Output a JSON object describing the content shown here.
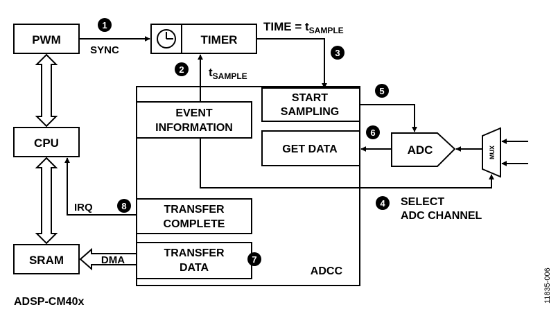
{
  "blocks": {
    "pwm": "PWM",
    "timer": "TIMER",
    "cpu": "CPU",
    "sram": "SRAM",
    "event_line1": "EVENT",
    "event_line2": "INFORMATION",
    "start_line1": "START",
    "start_line2": "SAMPLING",
    "get_data": "GET DATA",
    "adc": "ADC",
    "mux": "MUX",
    "transfer_complete_line1": "TRANSFER",
    "transfer_complete_line2": "COMPLETE",
    "transfer_data_line1": "TRANSFER",
    "transfer_data_line2": "DATA",
    "adcc": "ADCC"
  },
  "labels": {
    "sync": "SYNC",
    "time_eq": "TIME = t",
    "sample_sub": "SAMPLE",
    "t": "t",
    "irq": "IRQ",
    "dma": "DMA",
    "select_line1": "SELECT",
    "select_line2": "ADC CHANNEL",
    "chip": "ADSP-CM40x",
    "figure_id": "11835-006"
  },
  "steps": [
    "1",
    "2",
    "3",
    "4",
    "5",
    "6",
    "7",
    "8"
  ]
}
